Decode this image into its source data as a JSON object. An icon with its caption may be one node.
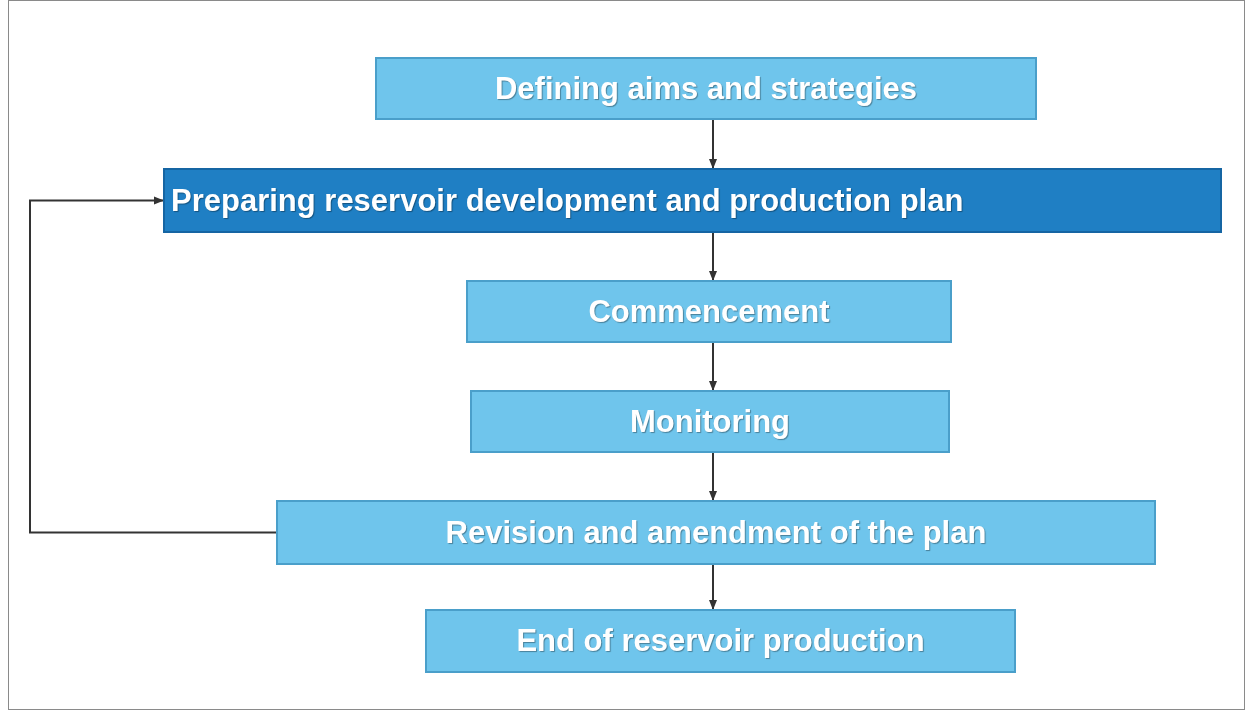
{
  "diagram": {
    "nodes": [
      {
        "text": [
          "Defining aims and strategies"
        ]
      },
      {
        "text": [
          "Preparing reservoir development and production plan"
        ]
      },
      {
        "text": [
          "Commencement"
        ]
      },
      {
        "text": [
          "Monitoring"
        ]
      },
      {
        "text": [
          "Revision and amendment of the plan"
        ]
      },
      {
        "text": [
          "End of reservoir production"
        ]
      }
    ],
    "edges": [
      {
        "from": 0,
        "to": 1,
        "arrow": "to"
      },
      {
        "from": 1,
        "to": 2,
        "arrow": "to"
      },
      {
        "from": 2,
        "to": 3,
        "arrow": "to"
      },
      {
        "from": 3,
        "to": 4,
        "arrow": "to"
      },
      {
        "from": 4,
        "to": 5,
        "arrow": "to"
      },
      {
        "from": 4,
        "to": 1,
        "arrow": "to"
      }
    ]
  }
}
